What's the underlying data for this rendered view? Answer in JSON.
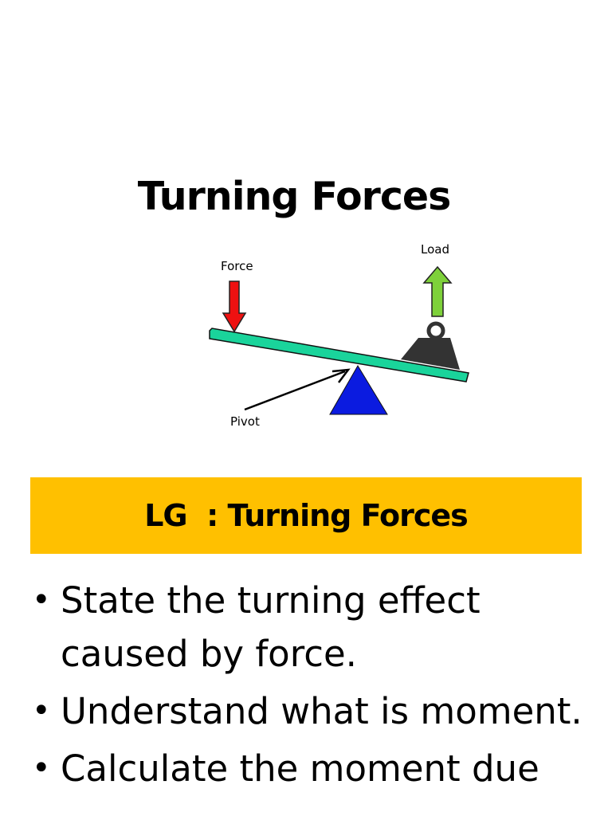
{
  "slide": {
    "title": "Turning Forces"
  },
  "diagram": {
    "labels": {
      "force": "Force",
      "load": "Load",
      "pivot": "Pivot"
    },
    "colors": {
      "beam": "#1ad49b",
      "force_arrow": "#ee1111",
      "load_arrow": "#7ed13a",
      "pivot": "#0b1be0",
      "weight": "#333333"
    }
  },
  "banner": {
    "text": "LG  : Turning Forces",
    "color": "#ffc000"
  },
  "bullets": {
    "bullet_symbol": "•",
    "items": [
      "State the turning effect caused by force.",
      "Understand what is moment.",
      "Calculate the moment due"
    ]
  }
}
